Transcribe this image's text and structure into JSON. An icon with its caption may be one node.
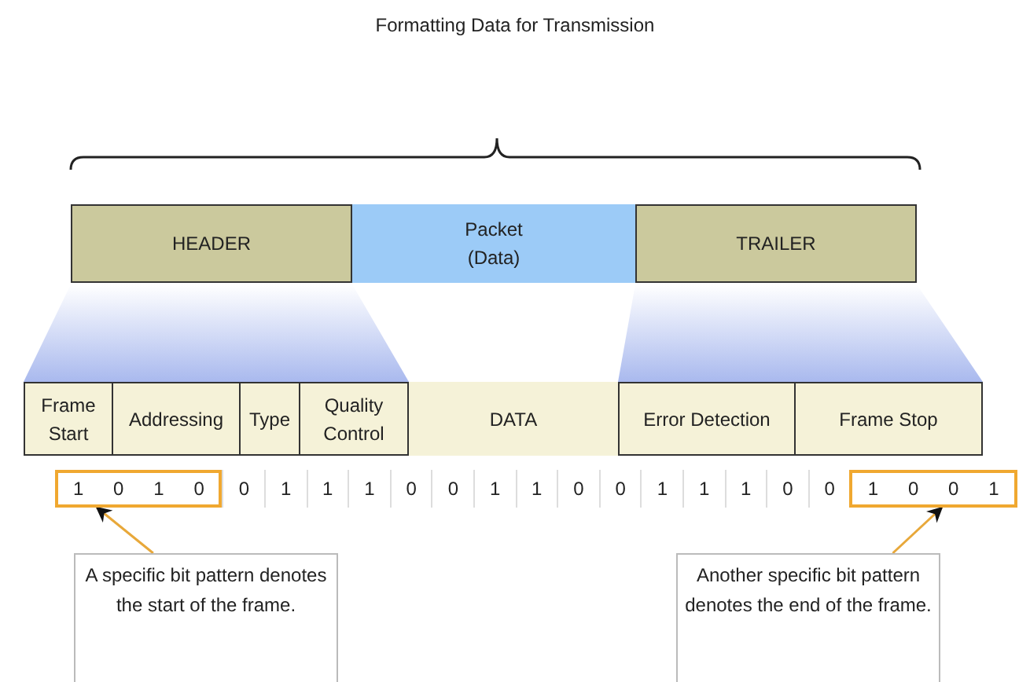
{
  "diagram": {
    "title": "Formatting Data for Transmission",
    "nodes": [
      {
        "text": [
          "HEADER"
        ]
      },
      {
        "text": [
          "Packet (Data)"
        ]
      },
      {
        "text": [
          "TRAILER"
        ]
      },
      {
        "text": [
          "Frame Start"
        ]
      },
      {
        "text": [
          "Addressing"
        ]
      },
      {
        "text": [
          "Type"
        ]
      },
      {
        "text": [
          "Quality Control"
        ]
      },
      {
        "text": [
          "DATA"
        ]
      },
      {
        "text": [
          "Error Detection"
        ]
      },
      {
        "text": [
          "Frame Stop"
        ]
      },
      {
        "text": [
          "1",
          "0",
          "1",
          "0"
        ]
      },
      {
        "text": [
          "1",
          "0",
          "0",
          "1"
        ]
      },
      {
        "text": [
          "A specific bit pattern denotes the start of the frame."
        ]
      },
      {
        "text": [
          "Another specific bit pattern denotes the end of the frame."
        ]
      }
    ],
    "edges": [
      {
        "from": 12,
        "to": 10,
        "arrow": "to"
      },
      {
        "from": 13,
        "to": 11,
        "arrow": "to"
      }
    ],
    "labels": [
      "0",
      "1",
      "1",
      "1",
      "0",
      "0",
      "1",
      "1",
      "0",
      "0",
      "1",
      "1",
      "1",
      "0",
      "0"
    ]
  }
}
